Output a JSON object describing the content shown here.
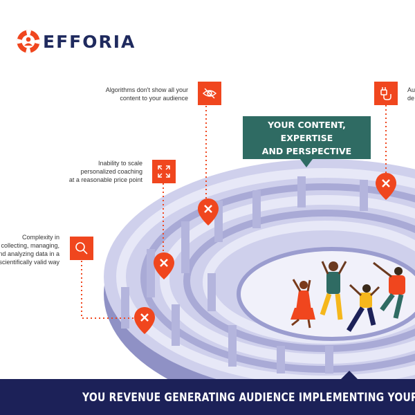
{
  "brand": {
    "name": "EFFORIA",
    "accent": "#f0461e",
    "navy": "#1c2158",
    "teal": "#2f6b63"
  },
  "callout": {
    "line1": "YOUR CONTENT, EXPERTISE",
    "line2": "AND PERSPECTIVE"
  },
  "obstacles": [
    {
      "lines": [
        "Algorithms don't show all your",
        "content to your audience"
      ],
      "icon": "eye-slash-icon"
    },
    {
      "lines": [
        "Inability to scale",
        "personalized coaching",
        "at a reasonable price point"
      ],
      "icon": "scale-arrows-icon"
    },
    {
      "lines": [
        "Complexity in",
        "collecting, managing,",
        "and analyzing data in a",
        "scientifically valid way"
      ],
      "icon": "magnifier-icon"
    },
    {
      "lines": [
        "Au",
        "de"
      ],
      "icon": "plug-icon"
    }
  ],
  "banner": {
    "text": "YOU REVENUE GENERATING AUDIENCE IMPLEMENTING YOUR GUIDANCE"
  }
}
